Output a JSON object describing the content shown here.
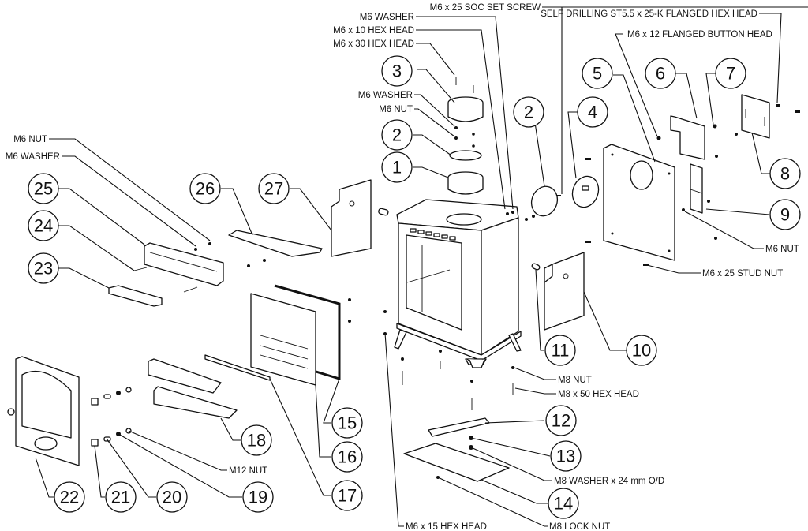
{
  "title": "Stove exploded parts diagram",
  "callouts": [
    {
      "n": "1"
    },
    {
      "n": "2"
    },
    {
      "n": "3"
    },
    {
      "n": "2"
    },
    {
      "n": "4"
    },
    {
      "n": "5"
    },
    {
      "n": "6"
    },
    {
      "n": "7"
    },
    {
      "n": "8"
    },
    {
      "n": "9"
    },
    {
      "n": "10"
    },
    {
      "n": "11"
    },
    {
      "n": "12"
    },
    {
      "n": "13"
    },
    {
      "n": "14"
    },
    {
      "n": "15"
    },
    {
      "n": "16"
    },
    {
      "n": "17"
    },
    {
      "n": "18"
    },
    {
      "n": "19"
    },
    {
      "n": "20"
    },
    {
      "n": "21"
    },
    {
      "n": "22"
    },
    {
      "n": "23"
    },
    {
      "n": "24"
    },
    {
      "n": "25"
    },
    {
      "n": "26"
    },
    {
      "n": "27"
    }
  ],
  "labels": {
    "m6x25_soc_set_screw": "M6 x 25 SOC SET SCREW",
    "m6_washer_top": "M6 WASHER",
    "m6x10_hex_head": "M6 x 10 HEX  HEAD",
    "m6x30_hex_head": "M6 x 30 HEX HEAD",
    "m6_washer_flue": "M6 WASHER",
    "m6_nut_flue": "M6 NUT",
    "self_drilling": "SELF DRILLING ST5.5 x 25-K FLANGED HEX HEAD",
    "m6x12_flanged_button": "M6 x 12 FLANGED BUTTON HEAD",
    "m6_nut_left": "M6 NUT",
    "m6_washer_left": "M6 WASHER",
    "m6_nut_right": "M6 NUT",
    "m6x25_stud_nut": "M6 x 25 STUD NUT",
    "m8_nut": "M8 NUT",
    "m8x50_hex_head": "M8 x 50 HEX HEAD",
    "m8_washer": "M8 WASHER x 24 mm O/D",
    "m8_lock_nut": "M8 LOCK NUT",
    "m6x15_hex_head": "M6 x 15 HEX HEAD",
    "m12_nut": "M12  NUT"
  }
}
